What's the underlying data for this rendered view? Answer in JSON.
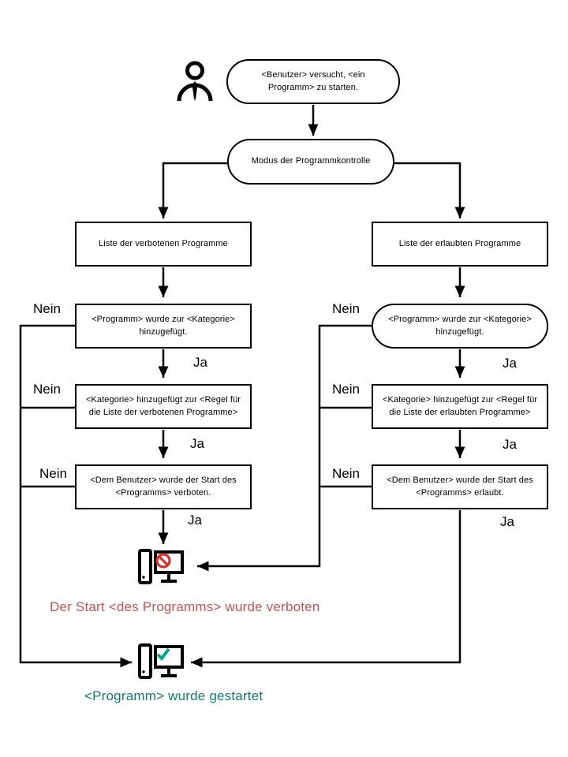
{
  "flowchart": {
    "nodes": {
      "start": "<Benutzer> versucht, <ein Programm>  zu starten.",
      "mode": "Modus der Programmkontrolle",
      "denylist": "Liste der verbotenen Programme",
      "allowlist": "Liste der erlaubten Programme",
      "deny_category": "<Programm>  wurde zur <Kategorie> hinzugefügt.",
      "allow_category": "<Programm>  wurde zur <Kategorie> hinzugefügt.",
      "deny_rule": "<Kategorie> hinzugefügt zur <Regel  für die Liste der verbotenen Programme>",
      "allow_rule": "<Kategorie> hinzugefügt zur <Regel  für die Liste der erlaubten Programme>",
      "deny_user": "<Dem  Benutzer> wurde der Start des <Programms>  verboten.",
      "allow_user": "<Dem  Benutzer> wurde der Start des <Programms>  erlaubt."
    },
    "labels": {
      "yes": "Ja",
      "no": "Nein"
    },
    "results": {
      "blocked": "Der Start <des Programms> wurde verboten",
      "started": "<Programm> wurde gestartet"
    },
    "icons": {
      "person": "person-icon",
      "blocked": "computer-blocked-icon",
      "started": "computer-check-icon"
    },
    "colors": {
      "blocked_text": "#C75450",
      "started_text": "#0E7C6F",
      "prohibition_sign": "#E02D24",
      "check_mark": "#00A88E",
      "stroke": "#000000",
      "background": "#FFFFFF"
    }
  }
}
